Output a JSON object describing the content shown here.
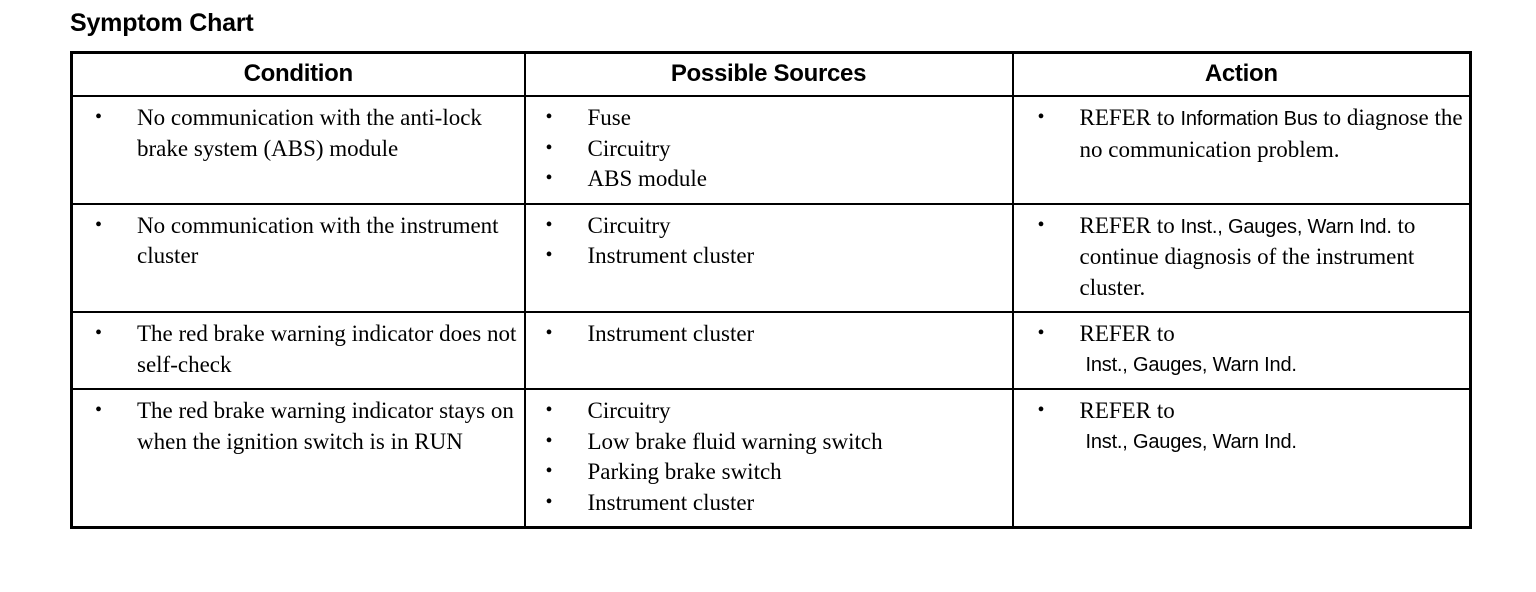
{
  "page": {
    "title": "Symptom Chart"
  },
  "table": {
    "headers": {
      "condition": "Condition",
      "possible_sources": "Possible Sources",
      "action": "Action"
    },
    "rows": [
      {
        "condition": [
          "No communication with the anti-lock brake system (ABS) module"
        ],
        "possible_sources": [
          "Fuse",
          "Circuitry",
          "ABS module"
        ],
        "action": {
          "lead": "REFER to",
          "xref": "Information Bus",
          "xref_inline": true,
          "tail": "to diagnose the no communication problem."
        }
      },
      {
        "condition": [
          "No communication with the instrument cluster"
        ],
        "possible_sources": [
          "Circuitry",
          "Instrument cluster"
        ],
        "action": {
          "lead": "REFER to",
          "xref": "Inst., Gauges, Warn Ind.",
          "xref_inline": true,
          "tail": "to continue diagnosis of the instrument cluster."
        }
      },
      {
        "condition": [
          "The red brake warning indicator does not self-check"
        ],
        "possible_sources": [
          "Instrument cluster"
        ],
        "action": {
          "lead": "REFER to",
          "xref": "Inst., Gauges, Warn Ind.",
          "xref_inline": false,
          "tail": ""
        }
      },
      {
        "condition": [
          "The red brake warning indicator stays on when the ignition switch is in RUN"
        ],
        "possible_sources": [
          "Circuitry",
          "Low brake fluid warning switch",
          "Parking brake switch",
          "Instrument cluster"
        ],
        "action": {
          "lead": "REFER to",
          "xref": "Inst., Gauges, Warn Ind.",
          "xref_inline": false,
          "tail": ""
        }
      }
    ]
  },
  "colors": {
    "border": "#000000",
    "text": "#000000",
    "background": "#ffffff"
  }
}
